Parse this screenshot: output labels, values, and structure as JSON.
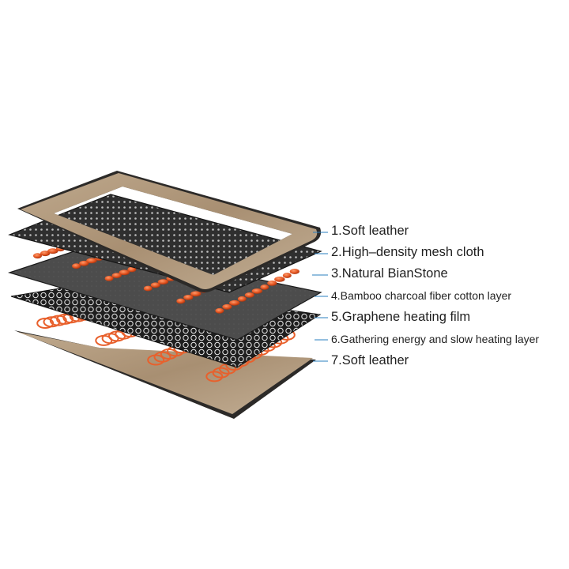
{
  "layers": [
    {
      "label": "1.Soft leather",
      "icon": "leather-icon"
    },
    {
      "label": "2.High–density mesh cloth",
      "icon": "mesh-icon"
    },
    {
      "label": "3.Natural BianStone",
      "icon": "stone-icon"
    },
    {
      "label": "4.Bamboo charcoal fiber cotton layer",
      "icon": "charcoal-icon"
    },
    {
      "label": "5.Graphene heating film",
      "icon": "graphene-icon"
    },
    {
      "label": "6.Gathering energy and slow heating layer",
      "icon": "energy-ring-icon"
    },
    {
      "label": "7.Soft leather",
      "icon": "leather-icon"
    }
  ],
  "colors": {
    "leather": "#b39b7e",
    "leather_edge": "#2c2a28",
    "mesh": "#3a3a3a",
    "stone": "#e0582a",
    "charcoal": "#4a4a4a",
    "leader_line": "#2a7fbf",
    "text": "#1f1f1f"
  }
}
